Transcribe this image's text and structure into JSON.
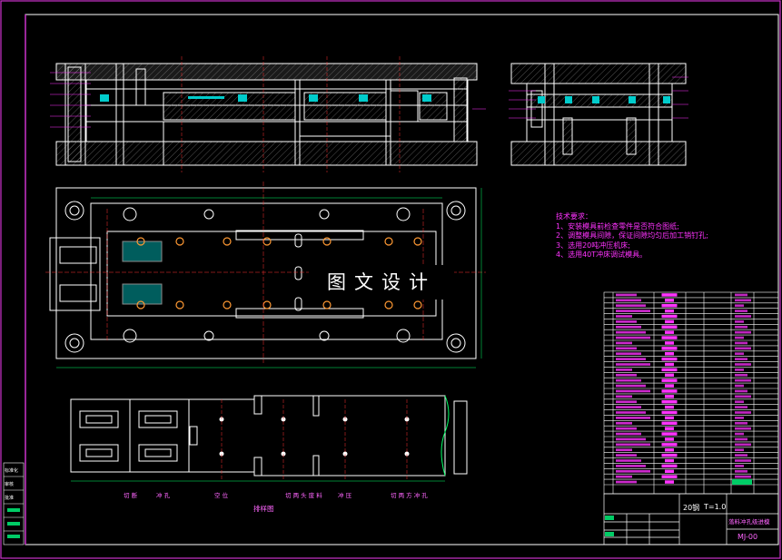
{
  "tech_requirements": {
    "title": "技术要求：",
    "items": [
      "1、安装模具前检查零件是否符合图纸;",
      "2、调整模具间隙，保证间隙均匀后加工销钉孔;",
      "3、选用20吨冲压机床;",
      "4、选用40T冲床调试模具。"
    ]
  },
  "watermark": "图文设计",
  "strip_layout": {
    "caption": "排样图",
    "stage_labels": [
      "切 断",
      "冲 孔",
      "空 位",
      "切 两 头 废 料",
      "冲 压",
      "切 两 方 冲 孔"
    ]
  },
  "title_block": {
    "material": "20钢",
    "thickness": "T=1.0",
    "part_name": "落料冲孔级进模",
    "drawing_no": "MJ-00"
  },
  "left_margin_labels": [
    "标准化",
    "审核",
    "批准"
  ],
  "colors": {
    "background": "#000000",
    "lines": "#ffffff",
    "annotation": "#ff33ff",
    "centerline": "#ff3333",
    "insert": "#00cccc",
    "frame": "#cc33cc",
    "dimension": "#00ff66"
  }
}
